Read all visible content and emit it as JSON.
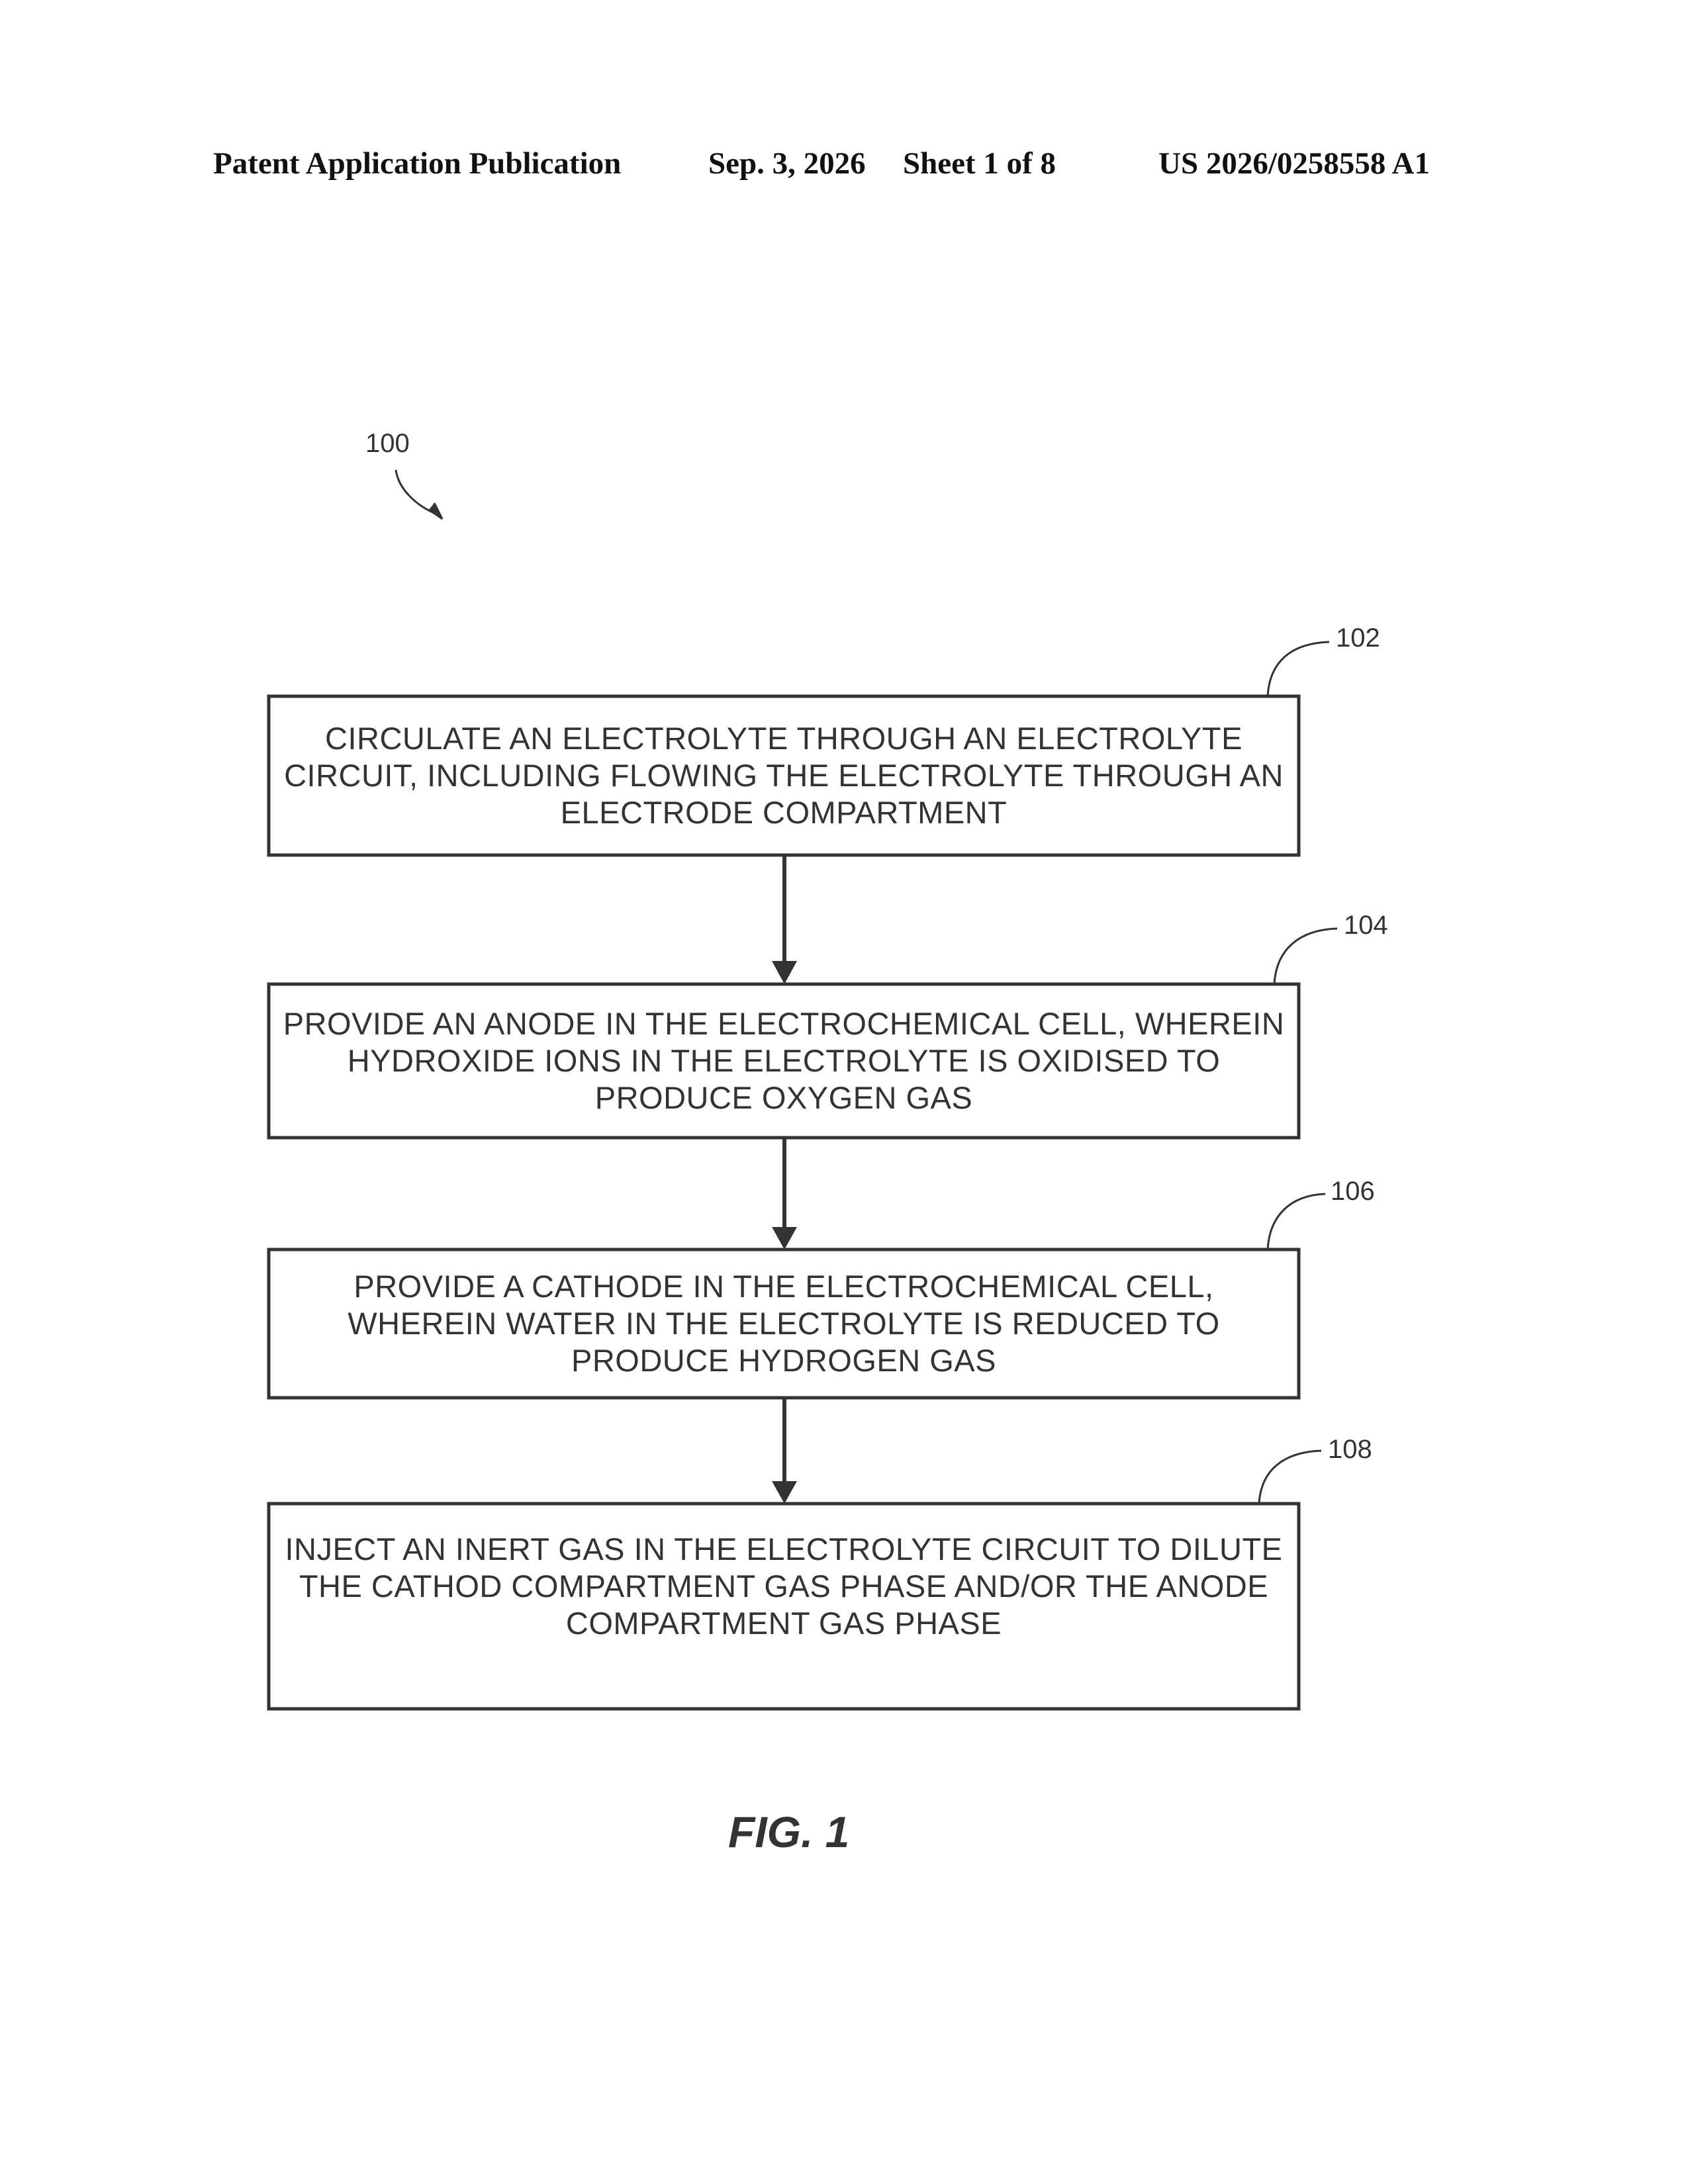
{
  "header": {
    "publication": "Patent Application Publication",
    "date": "Sep. 3, 2026",
    "sheet": "Sheet 1 of 8",
    "number": "US 2026/0258558 A1"
  },
  "figure": {
    "label": "FIG. 1",
    "ref": "100",
    "steps": [
      {
        "ref": "102",
        "text": "CIRCULATE AN ELECTROLYTE THROUGH AN ELECTROLYTE CIRCUIT, INCLUDING FLOWING THE ELECTROLYTE THROUGH AN ELECTRODE COMPARTMENT"
      },
      {
        "ref": "104",
        "text": "PROVIDE AN ANODE IN THE ELECTROCHEMICAL CELL, WHEREIN HYDROXIDE IONS IN THE ELECTROLYTE IS OXIDISED TO PRODUCE OXYGEN GAS"
      },
      {
        "ref": "106",
        "text": "PROVIDE A CATHODE IN THE ELECTROCHEMICAL CELL, WHEREIN WATER IN THE ELECTROLYTE IS REDUCED TO PRODUCE HYDROGEN GAS"
      },
      {
        "ref": "108",
        "text": "INJECT AN INERT GAS IN THE ELECTROLYTE CIRCUIT TO DILUTE THE CATHOD COMPARTMENT GAS PHASE AND/OR THE ANODE COMPARTMENT GAS PHASE"
      }
    ]
  },
  "colors": {
    "ink": "#333333",
    "background": "#ffffff"
  }
}
